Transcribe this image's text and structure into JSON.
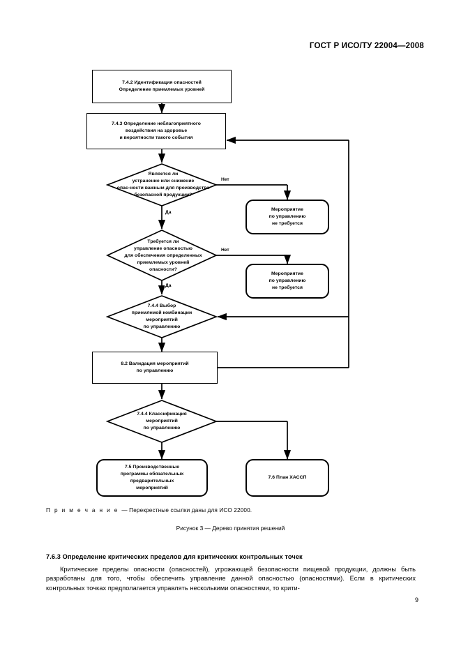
{
  "header": {
    "standard_title": "ГОСТ Р ИСО/ТУ 22004—2008"
  },
  "flowchart": {
    "nodes": {
      "hazard_identification": "7.4.2 Идентификация опасностей\nОпределение приемлемых уровней",
      "adverse_effect": "7.4.3 Определение неблагоприятного\nвоздействия на здоровье\nи вероятности такого события",
      "decision_elimination": "Является ли\nустранение или снижение\nопас-ности важным для производства\nбезопасной продукции?",
      "control_not_required_1": "Мероприятие\nпо управлению\nне требуется",
      "decision_control_needed": "Требуется ли\nуправление опасностью\nдля обеспечения определенных\nприемлемых уровней\nопасности?",
      "control_not_required_2": "Мероприятие\nпо управлению\nне требуется",
      "decision_combination": "7.4.4 Выбор\nприемлемой комбинации\nмероприятий\nпо управлению",
      "validation": "8.2 Валидация мероприятий\nпо управлению",
      "decision_classification": "7.4.4 Классификация\nмероприятий\nпо управлению",
      "operational_prp": "7.5 Производственные\nпрограммы обязательных\nпредварительных\nмероприятий",
      "haccp_plan": "7.6 План ХАССП"
    },
    "branch_labels": {
      "no_1": "Нет",
      "yes_1": "Да",
      "no_2": "Нет",
      "yes_2": "Да"
    }
  },
  "note": {
    "label": "П р и м е ч а н и е ",
    "text": "— Перекрестные ссылки даны для ИСО 22000."
  },
  "figure_caption": "Рисунок 3 — Дерево принятия решений",
  "section": {
    "number_and_title": "7.6.3  Определение критических пределов для критических контрольных точек",
    "paragraph": "Критические пределы опасности (опасностей), угрожающей безопасности пищевой продукции, должны быть разработаны для того, чтобы обеспечить управление данной опасностью (опасностями). Если в критических контрольных точках предполагается управлять несколькими опасностями, то крити-"
  },
  "page_number": "9"
}
